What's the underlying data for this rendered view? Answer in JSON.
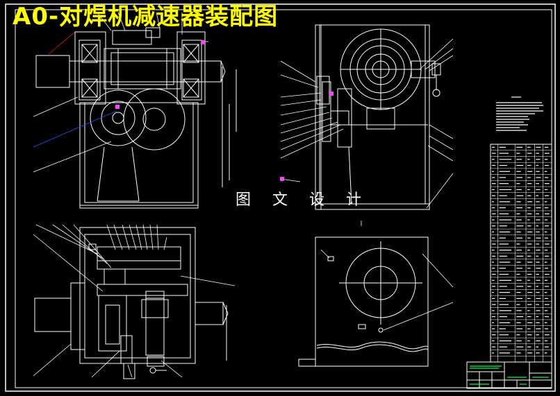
{
  "title": "A0-对焊机减速器装配图",
  "watermark": "图 文 设 计",
  "colors": {
    "background": "#000000",
    "line": "#ffffff",
    "title": "#ffff00",
    "leader_red": "#ff2020",
    "leader_blue": "#3050ff",
    "marker_magenta": "#ff40ff",
    "titleblock_green": "#00ff40"
  },
  "views": [
    {
      "id": "front-section-view"
    },
    {
      "id": "side-view"
    },
    {
      "id": "top-section-view"
    },
    {
      "id": "base-plate-view"
    }
  ],
  "parts_list": {
    "rows": 36,
    "columns": 6
  },
  "technical_requirements": {
    "lines": 12
  },
  "title_block": {}
}
